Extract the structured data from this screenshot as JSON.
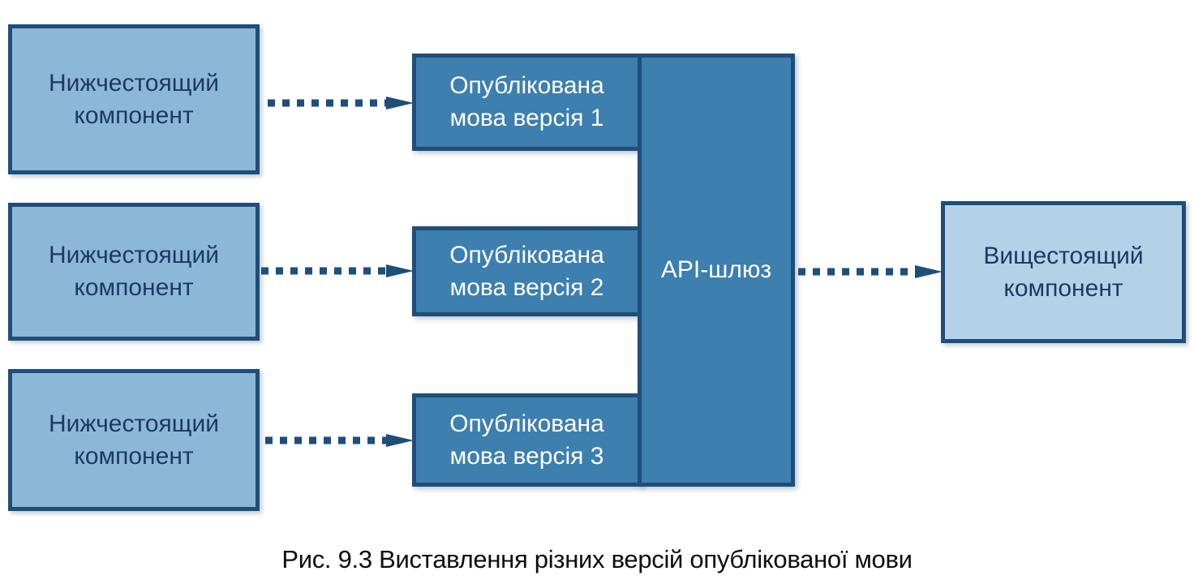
{
  "figure": {
    "caption": "Рис. 9.3 Виставлення різних версій опублікованої мови",
    "background": "#ffffff"
  },
  "colors": {
    "border_navy": "#1f4e79",
    "text_navy": "#1f3864",
    "fill_light_blue": "#8cb8d8",
    "fill_lighter_blue": "#b3d2e8",
    "fill_medium_blue": "#3d7fae",
    "text_white": "#ffffff",
    "arrow_navy": "#1f4e79",
    "caption_black": "#0d0d0d"
  },
  "nodes": {
    "downstream": [
      {
        "label": "Нижчестоящий\nкомпонент"
      },
      {
        "label": "Нижчестоящий\nкомпонент"
      },
      {
        "label": "Нижчестоящий\nкомпонент"
      }
    ],
    "published_languages": [
      {
        "label": "Опублікована\nмова версія 1"
      },
      {
        "label": "Опублікована\nмова версія 2"
      },
      {
        "label": "Опублікована\nмова версія 3"
      }
    ],
    "gateway": {
      "label": "API-шлюз"
    },
    "upstream": {
      "label": "Вищестоящий\nкомпонент"
    }
  },
  "edges": [
    {
      "from": "Нижчестоящий компонент",
      "to": "Опублікована мова версія 1",
      "style": "dotted-arrow"
    },
    {
      "from": "Нижчестоящий компонент",
      "to": "Опублікована мова версія 2",
      "style": "dotted-arrow"
    },
    {
      "from": "Нижчестоящий компонент",
      "to": "Опублікована мова версія 3",
      "style": "dotted-arrow"
    },
    {
      "from": "API-шлюз",
      "to": "Вищестоящий компонент",
      "style": "dotted-arrow"
    }
  ]
}
